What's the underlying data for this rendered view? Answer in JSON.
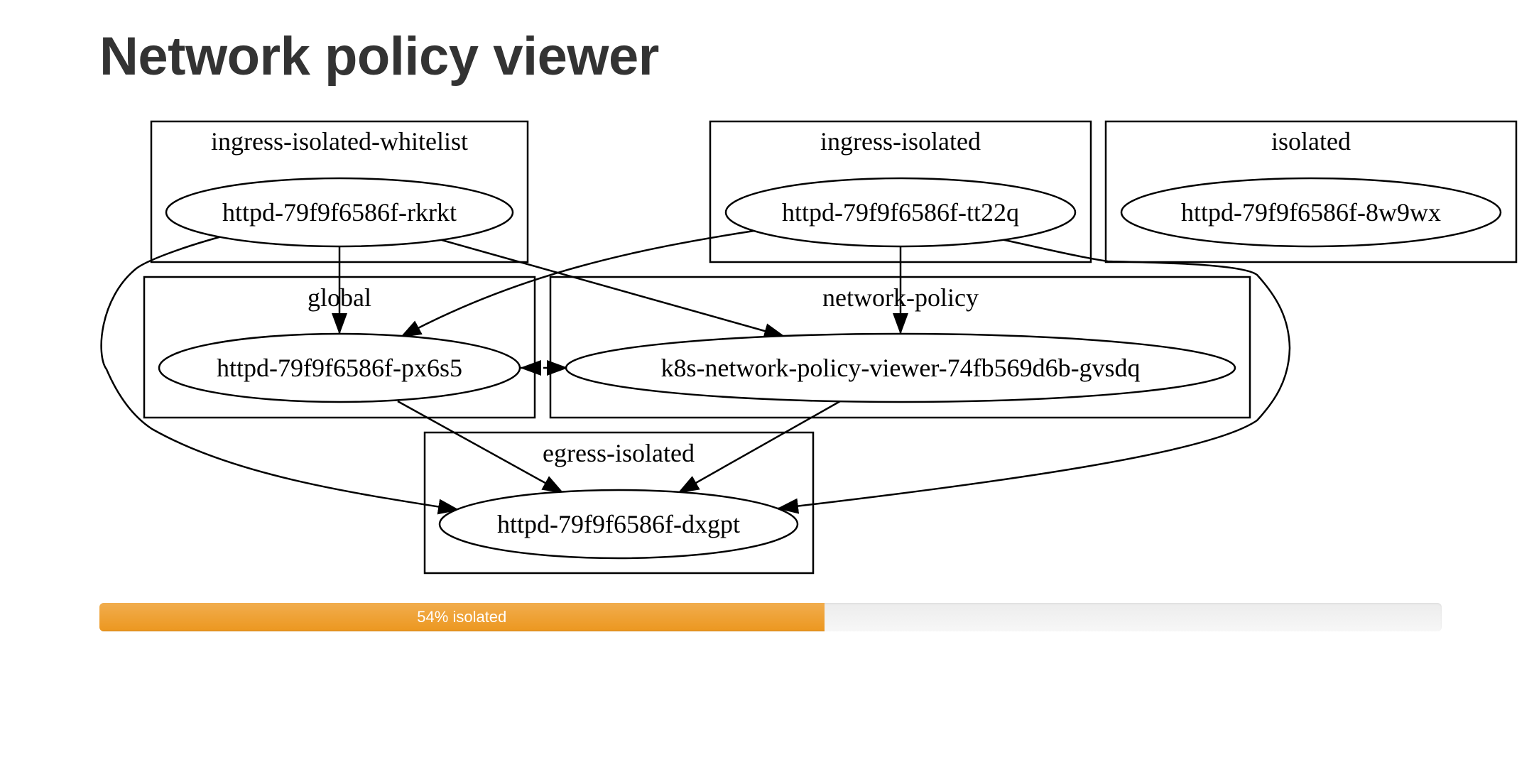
{
  "page": {
    "title": "Network policy viewer"
  },
  "graph": {
    "clusters": [
      {
        "id": "ingress-isolated-whitelist",
        "label": "ingress-isolated-whitelist"
      },
      {
        "id": "ingress-isolated",
        "label": "ingress-isolated"
      },
      {
        "id": "isolated",
        "label": "isolated"
      },
      {
        "id": "global",
        "label": "global"
      },
      {
        "id": "network-policy",
        "label": "network-policy"
      },
      {
        "id": "egress-isolated",
        "label": "egress-isolated"
      }
    ],
    "nodes": [
      {
        "id": "rkrkt",
        "label": "httpd-79f9f6586f-rkrkt",
        "cluster": "ingress-isolated-whitelist"
      },
      {
        "id": "tt22q",
        "label": "httpd-79f9f6586f-tt22q",
        "cluster": "ingress-isolated"
      },
      {
        "id": "8w9wx",
        "label": "httpd-79f9f6586f-8w9wx",
        "cluster": "isolated"
      },
      {
        "id": "px6s5",
        "label": "httpd-79f9f6586f-px6s5",
        "cluster": "global"
      },
      {
        "id": "gvsdq",
        "label": "k8s-network-policy-viewer-74fb569d6b-gvsdq",
        "cluster": "network-policy"
      },
      {
        "id": "dxgpt",
        "label": "httpd-79f9f6586f-dxgpt",
        "cluster": "egress-isolated"
      }
    ],
    "edges": [
      {
        "from": "rkrkt",
        "to": "px6s5"
      },
      {
        "from": "rkrkt",
        "to": "gvsdq"
      },
      {
        "from": "rkrkt",
        "to": "dxgpt"
      },
      {
        "from": "tt22q",
        "to": "px6s5"
      },
      {
        "from": "tt22q",
        "to": "gvsdq"
      },
      {
        "from": "tt22q",
        "to": "dxgpt"
      },
      {
        "from": "px6s5",
        "to": "gvsdq",
        "bidirectional": true
      },
      {
        "from": "px6s5",
        "to": "dxgpt"
      },
      {
        "from": "gvsdq",
        "to": "dxgpt"
      }
    ]
  },
  "progress": {
    "label": "54% isolated",
    "percent": 54,
    "color": "#f0ad4e"
  }
}
